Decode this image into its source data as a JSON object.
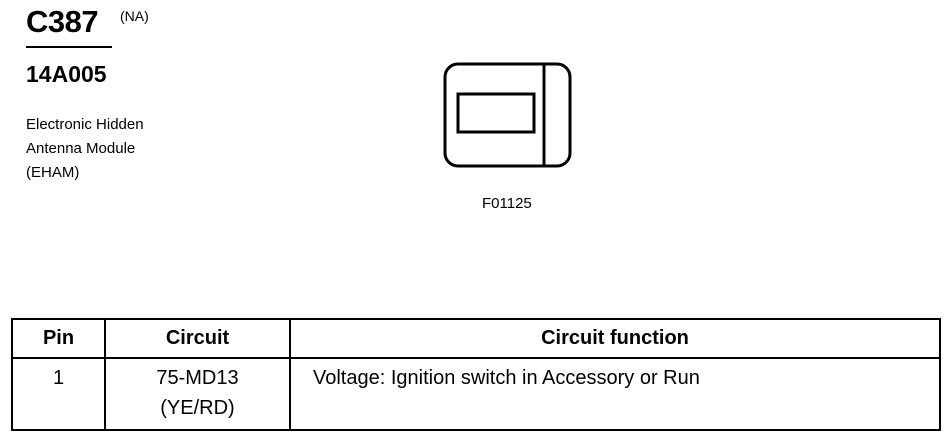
{
  "connector": {
    "id": "C387",
    "region": "(NA)",
    "part_number": "14A005",
    "description_lines": [
      "Electronic Hidden",
      "Antenna Module",
      "(EHAM)"
    ]
  },
  "figure": {
    "id": "F01125"
  },
  "pinout_table": {
    "headers": {
      "pin": "Pin",
      "circuit": "Circuit",
      "function": "Circuit function"
    },
    "rows": [
      {
        "pin": "1",
        "circuit_number": "75-MD13",
        "circuit_color": "(YE/RD)",
        "function": "Voltage: Ignition switch in Accessory or Run"
      }
    ]
  }
}
